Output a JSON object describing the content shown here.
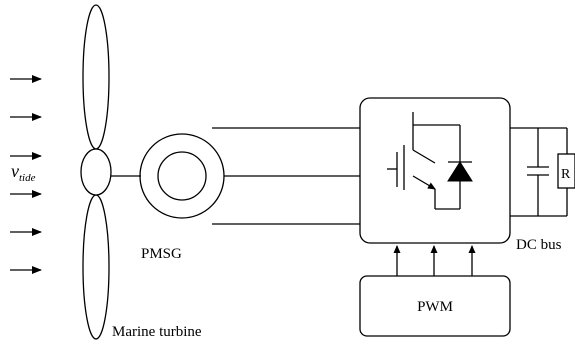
{
  "labels": {
    "velocity_main": "v",
    "velocity_sub": "tide",
    "generator": "PMSG",
    "turbine": "Marine turbine",
    "dc_bus": "DC bus",
    "resistor": "R",
    "controller": "PWM"
  },
  "colors": {
    "line": "#000000",
    "background": "#ffffff"
  },
  "icons": [
    "flow-arrow-icon",
    "igbt-icon",
    "diode-icon",
    "capacitor-icon",
    "resistor-icon"
  ]
}
